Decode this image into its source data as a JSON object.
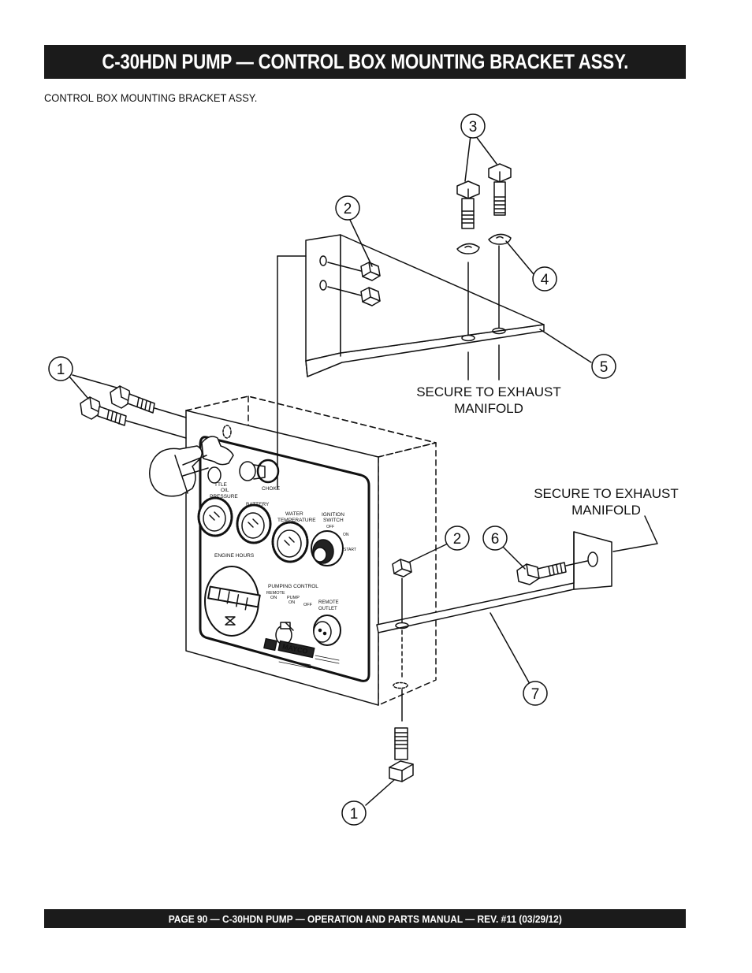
{
  "page": {
    "title": "C-30HDN PUMP — CONTROL BOX MOUNTING BRACKET ASSY.",
    "subtitle": "CONTROL BOX MOUNTING BRACKET ASSY.",
    "footer": "PAGE 90 — C-30HDN PUMP — OPERATION AND PARTS MANUAL — REV. #11 (03/29/12)"
  },
  "diagram": {
    "callouts": {
      "c1_left": "1",
      "c1_bottom": "1",
      "c2_upper": "2",
      "c2_lower": "2",
      "c3": "3",
      "c4": "4",
      "c5": "5",
      "c6": "6",
      "c7": "7"
    },
    "notes": {
      "exhaust_upper_line1": "SECURE TO EXHAUST",
      "exhaust_upper_line2": "MANIFOLD",
      "exhaust_right_line1": "SECURE TO EXHAUST",
      "exhaust_right_line2": "MANIFOLD"
    },
    "panel_labels": {
      "throttle": "TTLE",
      "oil_pressure_1": "OIL",
      "oil_pressure_2": "PRESSURE",
      "choke": "CHOKE",
      "battery": "BATTERY",
      "water_temp_1": "WATER",
      "water_temp_2": "TEMPERATURE",
      "ignition_1": "IGNITION",
      "ignition_2": "SWITCH",
      "ign_off": "OFF",
      "ign_on": "ON",
      "ign_start": "START",
      "engine_hours": "ENGINE HOURS",
      "pumping_control": "PUMPING CONTROL",
      "remote_on_1": "REMOTE",
      "remote_on_2": "ON",
      "pump_on_1": "PUMP",
      "pump_on_2": "ON",
      "pump_off": "OFF",
      "remote_outlet_1": "REMOTE",
      "remote_outlet_2": "OUTLET",
      "brand": "MAYCO"
    }
  }
}
